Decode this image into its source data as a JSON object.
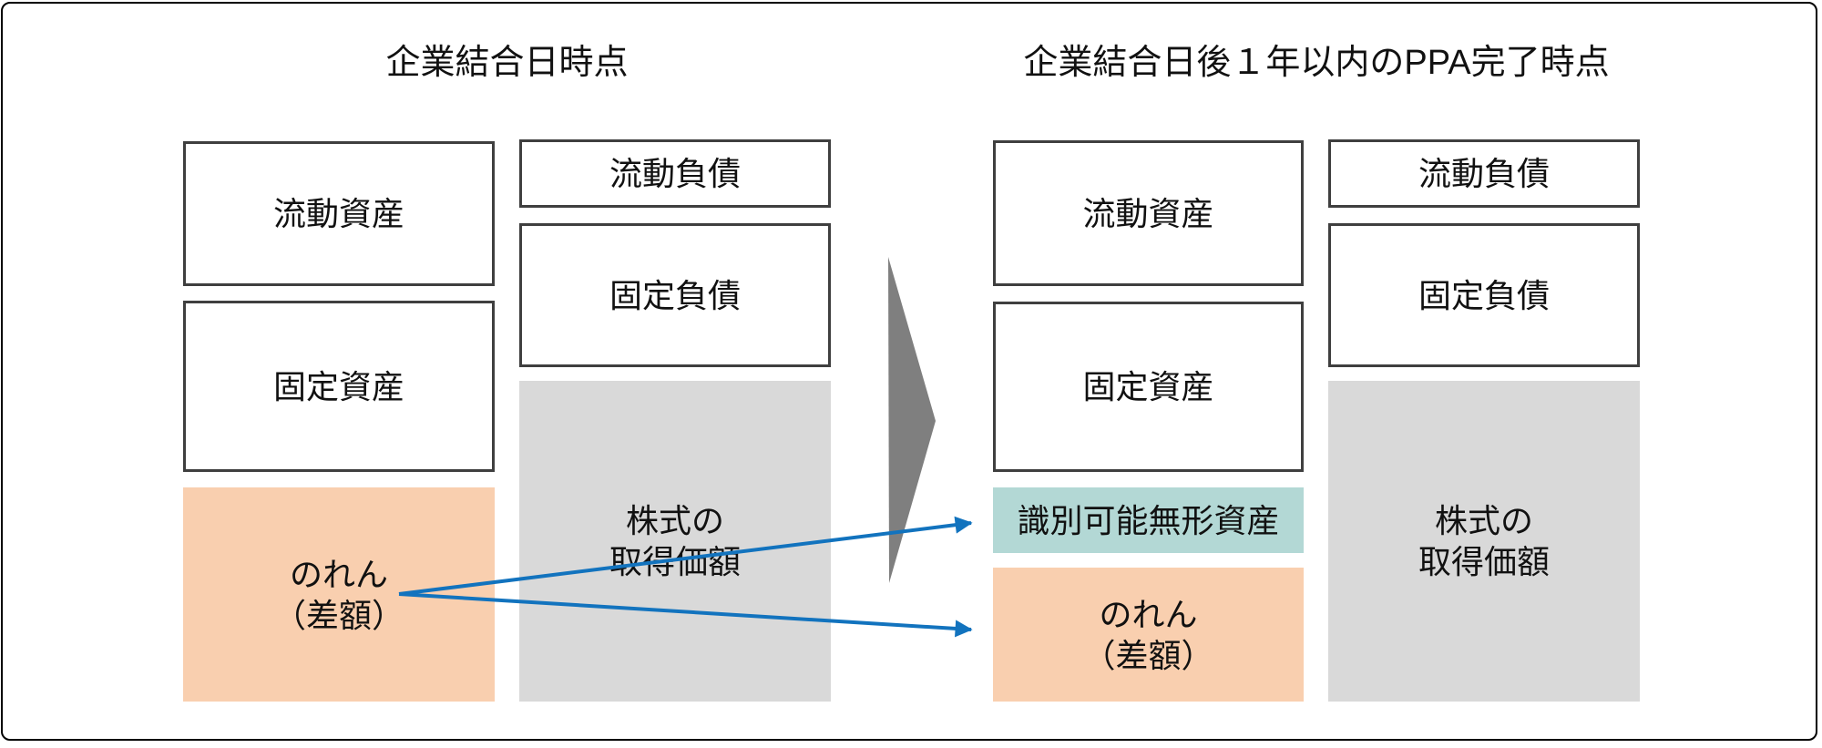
{
  "diagram": {
    "left_panel": {
      "title": "企業結合日時点",
      "assets": {
        "current_assets": "流動資産",
        "fixed_assets": "固定資産",
        "goodwill": "のれん\n（差額）"
      },
      "liabilities": {
        "current_liabilities": "流動負債",
        "fixed_liabilities": "固定負債",
        "acquisition_cost": "株式の\n取得価額"
      }
    },
    "right_panel": {
      "title": "企業結合日後１年以内のPPA完了時点",
      "assets": {
        "current_assets": "流動資産",
        "fixed_assets": "固定資産",
        "identifiable_intangibles": "識別可能無形資産",
        "goodwill": "のれん\n（差額）"
      },
      "liabilities": {
        "current_liabilities": "流動負債",
        "fixed_liabilities": "固定負債",
        "acquisition_cost": "株式の\n取得価額"
      }
    }
  },
  "colors": {
    "goodwill_fill": "#F9CFAF",
    "intangibles_fill": "#B3D8D5",
    "acquisition_fill": "#D9D9D9",
    "box_border": "#3F3F3F",
    "transition_arrow": "#7F7F7F",
    "allocation_arrow": "#1273BE",
    "frame_border": "#000000",
    "text": "#111111"
  }
}
